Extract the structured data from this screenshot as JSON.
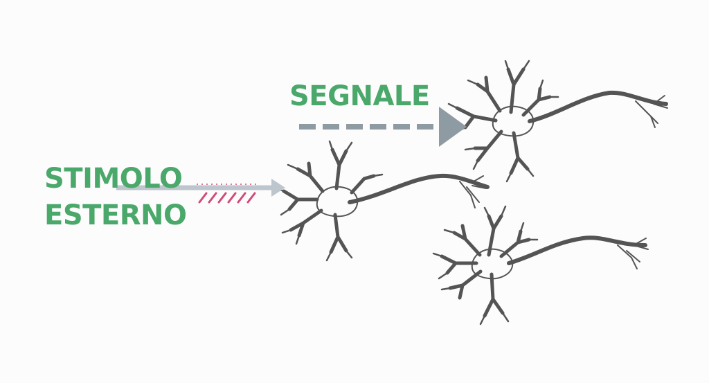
{
  "labels": {
    "signal": "SEGNALE",
    "stimulus_line1": "STIMOLO",
    "stimulus_line2": "ESTERNO"
  },
  "colors": {
    "label_green": "#4aa86a",
    "neuron_gray": "#545454",
    "soma_nucleus": "#fcfcfc",
    "signal_arrow": "#8f9ba2",
    "stimulus_arrow": "#bdc6cc",
    "stimulus_hatch": "#d14a78",
    "background": "#fcfcfc"
  }
}
